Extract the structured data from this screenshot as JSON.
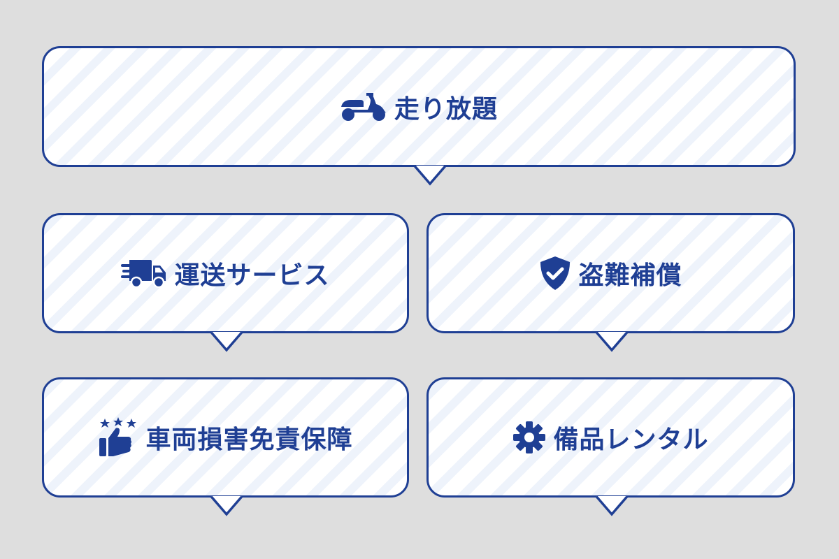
{
  "theme": {
    "background": "#dedede",
    "accent": "#1f3f94",
    "bubble_fill": "#ffffff",
    "stripe": "#eef3fb"
  },
  "features": [
    {
      "label": "走り放題",
      "icon": "scooter-icon"
    },
    {
      "label": "運送サービス",
      "icon": "delivery-truck-icon"
    },
    {
      "label": "盗難補償",
      "icon": "shield-check-icon"
    },
    {
      "label": "車両損害免責保障",
      "icon": "thumbs-up-stars-icon"
    },
    {
      "label": "備品レンタル",
      "icon": "gear-icon"
    }
  ]
}
